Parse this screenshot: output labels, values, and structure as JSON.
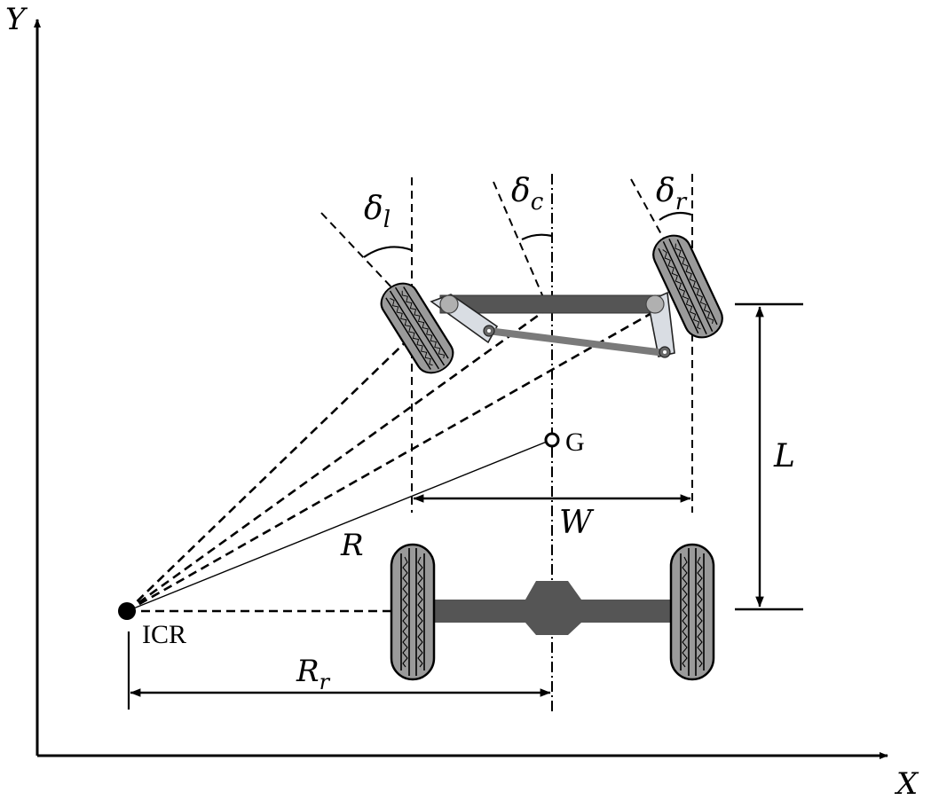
{
  "axes": {
    "x_label": "X",
    "y_label": "Y"
  },
  "angles": {
    "left": {
      "symbol": "δ",
      "subscript": "l"
    },
    "center": {
      "symbol": "δ",
      "subscript": "c"
    },
    "right": {
      "symbol": "δ",
      "subscript": "r"
    }
  },
  "points": {
    "center_of_gravity": "G",
    "instant_center": "ICR"
  },
  "dimensions": {
    "wheelbase": "L",
    "track_width": "W",
    "radius": "R",
    "rear_radius": {
      "symbol": "R",
      "subscript": "r"
    }
  },
  "colors": {
    "tyre": "#9a9a9a",
    "axle": "#555555",
    "link_light": "#d9dde3",
    "tie_rod": "#7a7a7a"
  }
}
